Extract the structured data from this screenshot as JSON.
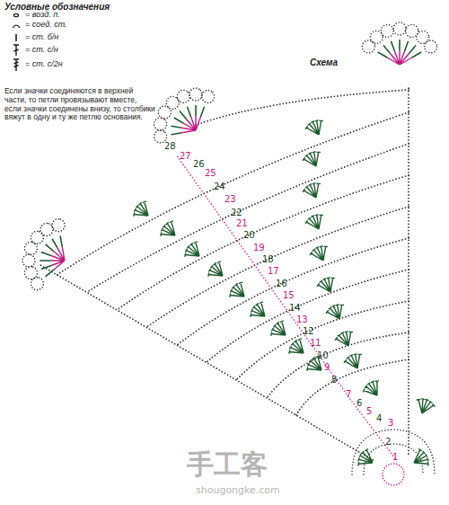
{
  "diagram": {
    "title": "Схема",
    "labels": [
      "Условные обозначения",
      "Если значки соединяются в верхней части, то петли провязывают вместе, если значки соединены внизу, то столбики вяжут в одну и ту же петлю основания.",
      "28",
      "27",
      "26",
      "25",
      "24",
      "23",
      "22",
      "21",
      "20",
      "19",
      "18",
      "17",
      "16",
      "15",
      "14",
      "13",
      "12",
      "11",
      "10",
      "9",
      "8",
      "7",
      "6",
      "5",
      "4",
      "3",
      "2",
      "1",
      "手工客",
      "shougongke.com"
    ],
    "legend": [
      {
        "text": "= возд. п."
      },
      {
        "text": "= соед. ст."
      },
      {
        "text": "= ст. б/н"
      },
      {
        "text": "= ст. с/н"
      },
      {
        "text": "= ст. с/2н"
      }
    ]
  }
}
